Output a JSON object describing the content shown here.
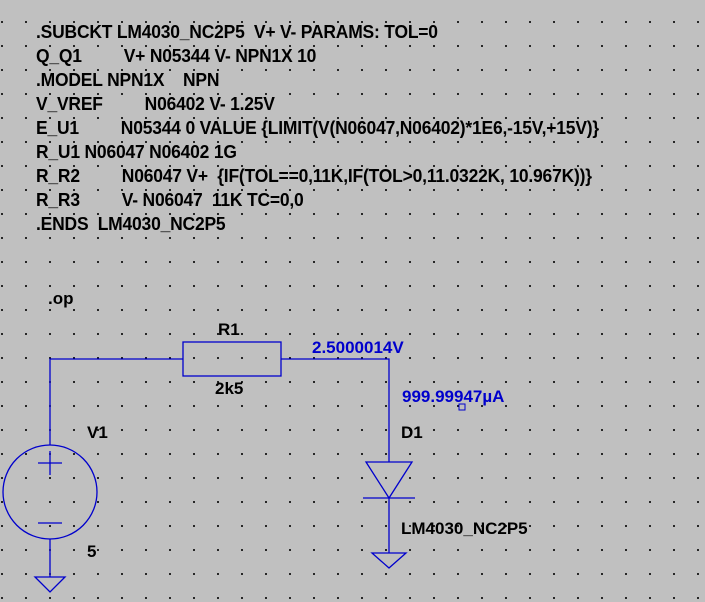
{
  "netlist": {
    "lines": [
      ".SUBCKT LM4030_NC2P5  V+ V- PARAMS: TOL=0",
      "Q_Q1         V+ N05344 V- NPN1X 10",
      ".MODEL NPN1X    NPN",
      "V_VREF         N06402 V- 1.25V",
      "E_U1         N05344 0 VALUE {LIMIT(V(N06047,N06402)*1E6,-15V,+15V)}",
      "R_U1 N06047 N06402 1G",
      "R_R2         N06047 V+  {IF(TOL==0,11K,IF(TOL>0,11.0322K, 10.967K))}",
      "R_R3         V- N06047  11K TC=0,0",
      ".ENDS  LM4030_NC2P5"
    ]
  },
  "directive": ".op",
  "components": {
    "r1": {
      "name": "R1",
      "value": "2k5"
    },
    "v1": {
      "name": "V1",
      "value": "5"
    },
    "d1": {
      "name": "D1",
      "value": "LM4030_NC2P5"
    }
  },
  "annotations": {
    "node_voltage": "2.5000014V",
    "diode_current": "999.99947µA"
  },
  "colors": {
    "background": "#c0c0c0",
    "wire": "#0000cc",
    "text": "#000000",
    "annotation": "#0000cc"
  }
}
